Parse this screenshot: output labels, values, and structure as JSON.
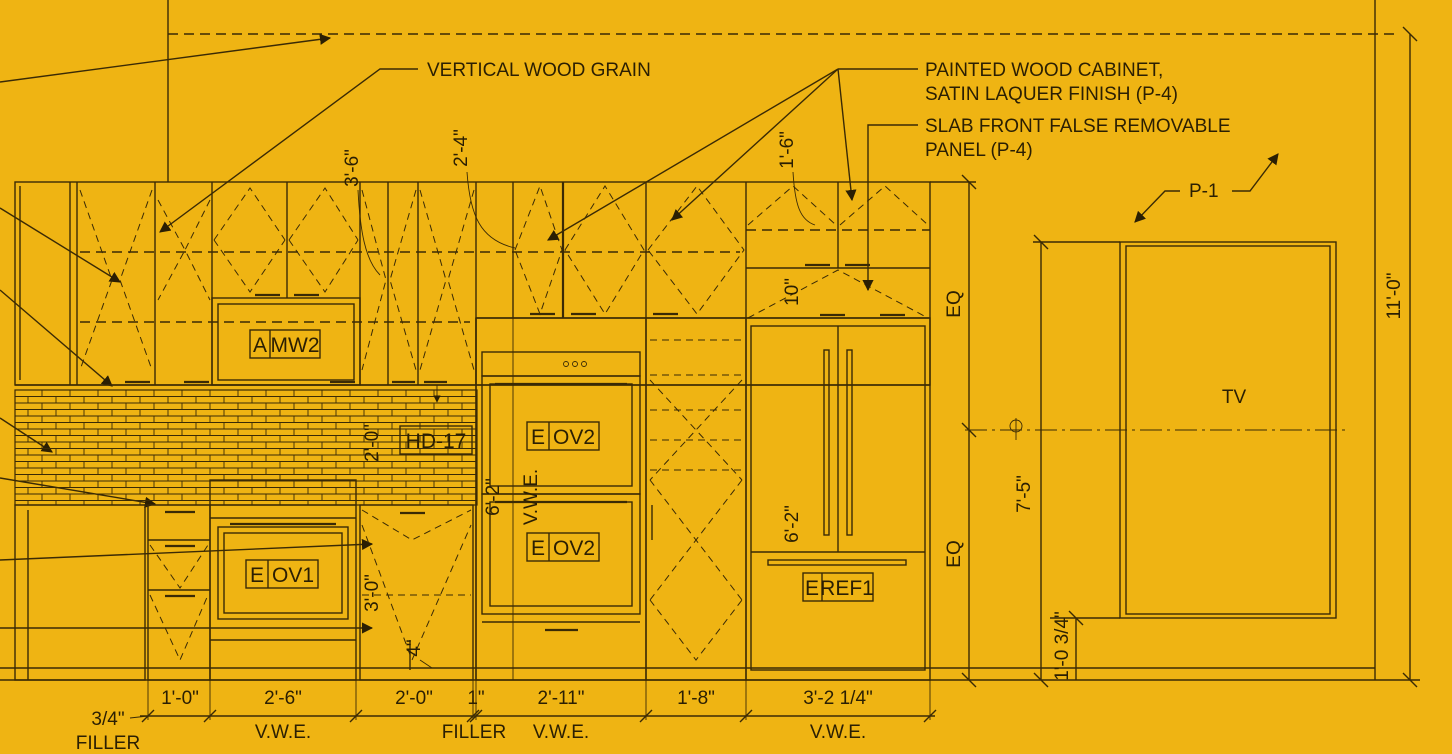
{
  "notes": {
    "wood_grain": "VERTICAL WOOD GRAIN",
    "painted_line1": "PAINTED WOOD CABINET,",
    "painted_line2": "SATIN LAQUER FINISH (P-4)",
    "slab_line1": "SLAB FRONT FALSE REMOVABLE",
    "slab_line2": "PANEL (P-4)",
    "paint_tag": "P-1",
    "tv": "TV"
  },
  "tags": {
    "microwave": {
      "letter": "A",
      "code": "MW2"
    },
    "hood": {
      "code": "HD-17"
    },
    "oven_upper": {
      "letter": "E",
      "code": "OV2"
    },
    "oven_lower": {
      "letter": "E",
      "code": "OV2"
    },
    "range_oven": {
      "letter": "E",
      "code": "OV1"
    },
    "fridge": {
      "letter": "E",
      "code": "REF1"
    }
  },
  "vertical_dims": {
    "upper_3_6": "3'-6\"",
    "upper_2_4": "2'-4\"",
    "upper_1_6": "1'-6\"",
    "backsplash": "2'-0\"",
    "oven_tower": "6'-2\"",
    "fridge_height": "6'-2\"",
    "fridge_top": "10\"",
    "base_3_0": "3'-0\"",
    "toe_4": "4\"",
    "eq_upper": "EQ",
    "eq_lower": "EQ",
    "overall": "11'-0\"",
    "tv_center": "7'-5\"",
    "tv_bottom": "1'-0 3/4\"",
    "vwe_vertical": "V.W.E."
  },
  "horizontal_dims": {
    "d1": "1'-0\"",
    "d2": "2'-6\"",
    "d3": "2'-0\"",
    "d4": "1\"",
    "d5": "2'-11\"",
    "d6": "1'-8\"",
    "d7": "3'-2 1/4\""
  },
  "bottom_labels": {
    "filler_size": "3/4\"",
    "filler_left": "FILLER",
    "vwe1": "V.W.E.",
    "filler_mid": "FILLER",
    "vwe2": "V.W.E.",
    "vwe3": "V.W.E."
  },
  "centerline_symbol": "CL"
}
